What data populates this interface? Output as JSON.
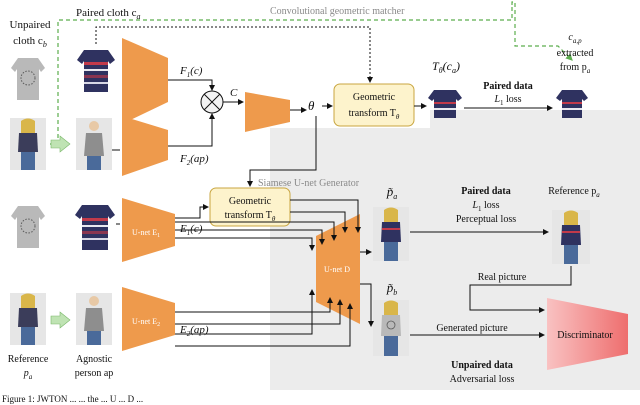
{
  "labels": {
    "unpaired_cloth": "Unpaired",
    "unpaired_cloth_2": "cloth c",
    "unpaired_cloth_sub": "b",
    "paired_cloth": "Paired cloth c",
    "paired_cloth_sub": "a",
    "conv_matcher": "Convolutional geometric matcher",
    "f1": "F",
    "f1_sub": "1",
    "f1_arg": "(c)",
    "f2": "F",
    "f2_sub": "2",
    "f2_arg": "(ap)",
    "c_label": "C",
    "theta": "θ",
    "geo_top_1": "Geometric",
    "geo_top_2": "transform T",
    "geo_top_sub": "θ",
    "geo_mid_1": "Geometric",
    "geo_mid_2": "transform T",
    "geo_mid_sub": "θ",
    "t_theta": "T",
    "t_theta_sub": "θ",
    "t_theta_arg": "(c",
    "t_theta_arg_sub": "a",
    "t_theta_close": ")",
    "paired_data_top": "Paired data",
    "l1_loss_top": "L",
    "l1_loss_top_sub": "1",
    "l1_loss_top_rest": " loss",
    "cap_line1": "c",
    "cap_line1_sub": "a,p",
    "cap_line2": "extracted",
    "cap_line3": "from p",
    "cap_line3_sub": "a",
    "siamese": "Siamese U-net Generator",
    "e1": "E",
    "e1_sub": "1",
    "e1_arg": "(c)",
    "e2": "E",
    "e2_sub": "2",
    "e2_arg": "(ap)",
    "unet_e1": "U-net E",
    "unet_e1_sub": "1",
    "unet_e2": "U-net E",
    "unet_e2_sub": "2",
    "unet_d": "U-net D",
    "p_tilde_a": "p̃",
    "p_tilde_a_sub": "a",
    "p_tilde_b": "p̃",
    "p_tilde_b_sub": "b",
    "paired_data_mid": "Paired data",
    "l1_loss_mid": "L",
    "l1_loss_mid_sub": "1",
    "l1_loss_mid_rest": " loss",
    "perceptual_loss": "Perceptual loss",
    "reference_pa": "Reference p",
    "reference_pa_sub": "a",
    "real_picture": "Real picture",
    "generated_picture": "Generated picture",
    "discriminator": "Discriminator",
    "unpaired_data": "Unpaired data",
    "adversarial_loss": "Adversarial loss",
    "reference_bottom": "Reference",
    "p_a_bottom": "p",
    "p_a_bottom_sub": "a",
    "agnostic_1": "Agnostic",
    "agnostic_2": "person  ap",
    "caption_fragment": "Figure 1:  JWTON ...  ...  the  ...  U  ...  D  ..."
  },
  "colors": {
    "encoder_orange": "#ee9a4c",
    "geo_box_fill": "#fdf3cc",
    "geo_box_stroke": "#c9a640",
    "discriminator": "#f07b7b",
    "dashed_green": "#5cae4e",
    "region_gray": "#ececec"
  }
}
